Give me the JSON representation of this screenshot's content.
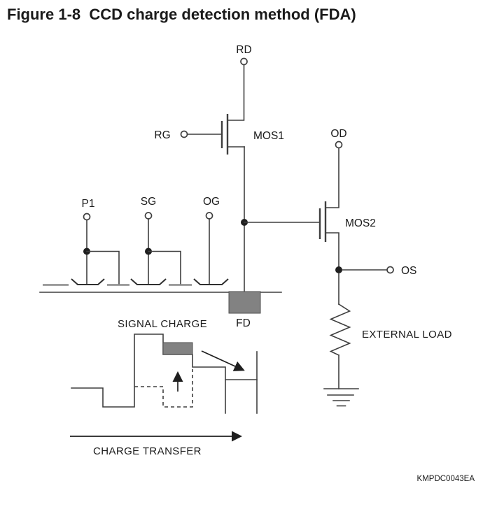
{
  "title": "Figure 1-8  CCD charge detection method (FDA)",
  "colors": {
    "line": "#3f3f3f",
    "dark": "#1f1f1f",
    "gray_fill": "#828282",
    "gray_fill_border": "#4f4f4f",
    "electrode_gray": "#8a8a8a",
    "background": "#ffffff",
    "text": "#1a1a1a"
  },
  "circuit": {
    "terminals": {
      "rd": "RD",
      "rg": "RG",
      "od": "OD",
      "os": "OS",
      "p1": "P1",
      "sg": "SG",
      "og": "OG"
    },
    "transistors": {
      "mos1": "MOS1",
      "mos2": "MOS2"
    },
    "fd_label": "FD",
    "external_load_label": "EXTERNAL LOAD"
  },
  "potential_diagram": {
    "signal_charge_label": "SIGNAL CHARGE",
    "charge_transfer_label": "CHARGE TRANSFER"
  },
  "footer": {
    "document_id": "KMPDC0043EA"
  }
}
